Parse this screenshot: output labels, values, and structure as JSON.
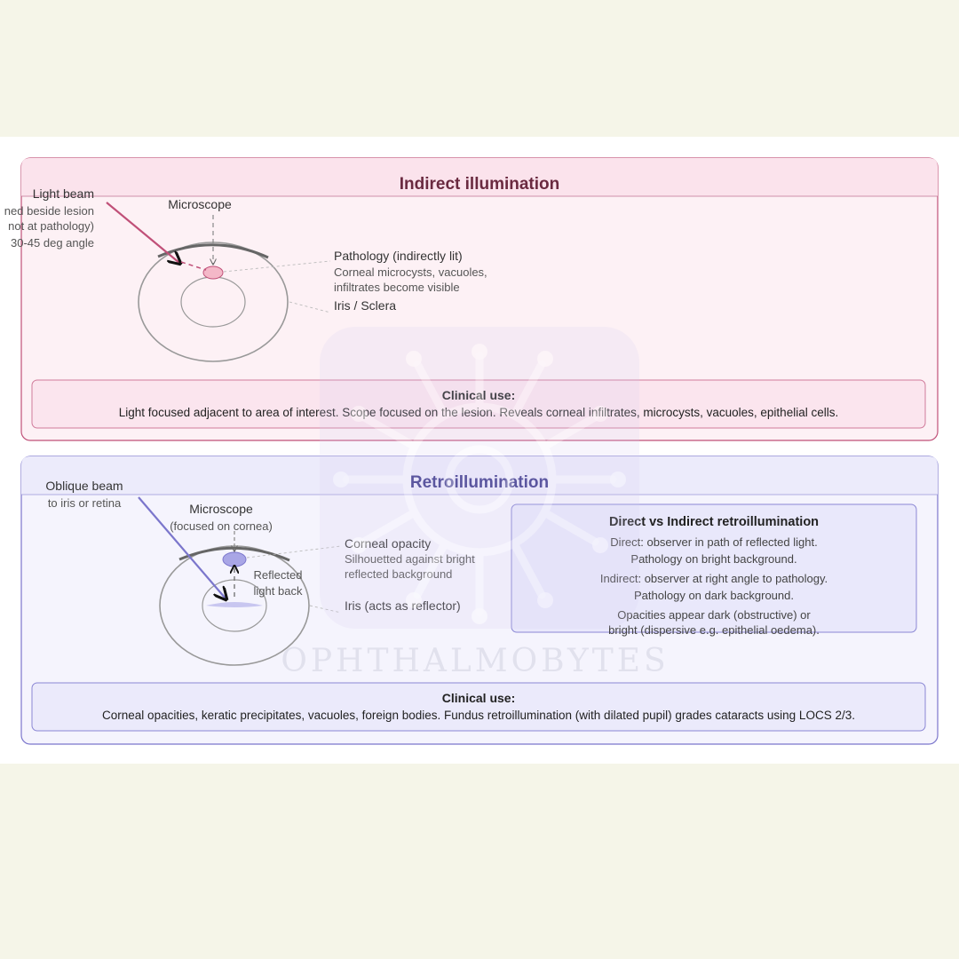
{
  "indirect": {
    "title": "Indirect illumination",
    "light_beam": {
      "label": "Light beam",
      "sub": [
        "ned beside lesion",
        "not at pathology)",
        "30-45 deg angle"
      ]
    },
    "microscope": "Microscope",
    "pathology": {
      "label": "Pathology (indirectly lit)",
      "sub": [
        "Corneal microcysts, vacuoles,",
        "infiltrates become visible"
      ]
    },
    "iris": "Iris / Sclera",
    "clinical": {
      "heading": "Clinical use:",
      "text": "Light focused adjacent to area of interest. Scope focused on the lesion. Reveals corneal infiltrates, microcysts, vacuoles, epithelial cells."
    }
  },
  "retro": {
    "title": "Retroillumination",
    "oblique_beam": {
      "label": "Oblique beam",
      "sub": "to iris or retina"
    },
    "microscope": {
      "label": "Microscope",
      "sub": "(focused on cornea)"
    },
    "opacity": {
      "label": "Corneal opacity",
      "sub": [
        "Silhouetted against bright",
        "reflected background"
      ]
    },
    "reflected": [
      "Reflected",
      "light back"
    ],
    "iris": "Iris (acts as reflector)",
    "compare": {
      "title": "Direct vs Indirect retroillumination",
      "lines": [
        "Direct: observer in path of reflected light.",
        "Pathology on bright background.",
        "Indirect: observer at right angle to pathology.",
        "Pathology on dark background.",
        "Opacities appear dark (obstructive) or",
        "bright (dispersive e.g. epithelial oedema)."
      ]
    },
    "clinical": {
      "heading": "Clinical use:",
      "text": "Corneal opacities, keratic precipitates, vacuoles, foreign bodies. Fundus retroillumination (with dilated pupil) grades cataracts using LOCS 2/3."
    }
  },
  "watermark": "OPHTHALMOBYTES",
  "colors": {
    "indirect_accent": "#c05078",
    "indirect_title": "#6a2a40",
    "retro_accent": "#7b76cc",
    "retro_title": "#3e3a8c"
  }
}
